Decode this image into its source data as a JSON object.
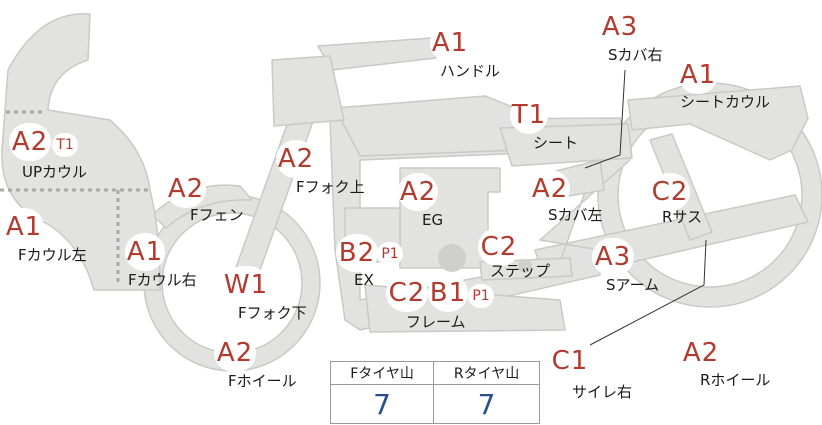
{
  "colors": {
    "part_fill": "#e2e2e0",
    "part_stroke": "#c9c9c7",
    "marker_text": "#b23a2e",
    "value_text": "#2a4f8f",
    "guide_dots": "#a8a8a8"
  },
  "parts": [
    {
      "id": "handle",
      "grade": "A1",
      "label": "ハンドル"
    },
    {
      "id": "seat-cover-right",
      "grade": "A3",
      "label": "Sカバ右"
    },
    {
      "id": "seat-cowl",
      "grade": "A1",
      "label": "シートカウル"
    },
    {
      "id": "seat",
      "grade": "T1",
      "label": "シート"
    },
    {
      "id": "upper-cowl",
      "grade": "A2",
      "badge": "T1",
      "label": "UPカウル"
    },
    {
      "id": "front-fork-upper",
      "grade": "A2",
      "label": "Fフォク上"
    },
    {
      "id": "front-fender",
      "grade": "A2",
      "label": "Fフェン"
    },
    {
      "id": "engine",
      "grade": "A2",
      "label": "EG"
    },
    {
      "id": "seat-cover-left",
      "grade": "A2",
      "label": "Sカバ左"
    },
    {
      "id": "rear-suspension",
      "grade": "C2",
      "label": "Rサス"
    },
    {
      "id": "front-cowl-left",
      "grade": "A1",
      "label": "Fカウル左"
    },
    {
      "id": "front-cowl-right",
      "grade": "A1",
      "label": "Fカウル右"
    },
    {
      "id": "exhaust",
      "grade": "B2",
      "badge": "P1",
      "label": "EX"
    },
    {
      "id": "step",
      "grade": "C2",
      "label": "ステップ"
    },
    {
      "id": "swing-arm",
      "grade": "A3",
      "label": "Sアーム"
    },
    {
      "id": "front-fork-lower",
      "grade": "W1",
      "label": "Fフォク下"
    },
    {
      "id": "frame",
      "grade": "B1",
      "badge": "P1",
      "pre_grade": "C2",
      "label": "フレーム"
    },
    {
      "id": "front-wheel",
      "grade": "A2",
      "label": "Fホイール"
    },
    {
      "id": "side-cover-right",
      "grade": "C1",
      "label": "サイレ右"
    },
    {
      "id": "rear-wheel",
      "grade": "A2",
      "label": "Rホイール"
    }
  ],
  "tire_table": {
    "front_header": "Fタイヤ山",
    "rear_header": "Rタイヤ山",
    "front_value": "7",
    "rear_value": "7"
  }
}
